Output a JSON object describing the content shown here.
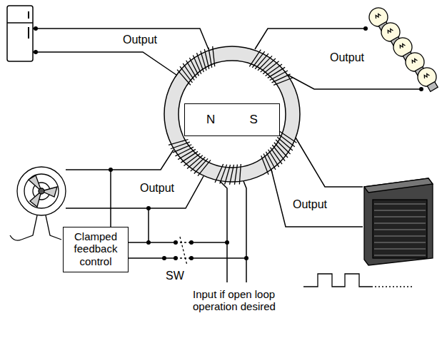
{
  "diagram": {
    "nodes": [
      {
        "text": [
          "N",
          "S"
        ]
      },
      {
        "text": [
          "Clamped feedback control"
        ]
      }
    ],
    "labels": [
      "Output",
      "Output",
      "Output",
      "Output",
      "SW",
      "Input if open loop operation desired"
    ]
  }
}
